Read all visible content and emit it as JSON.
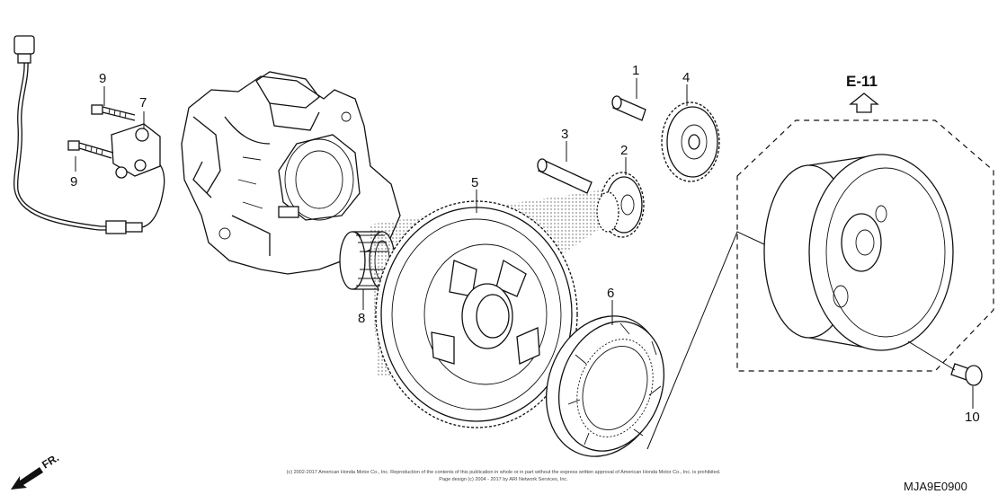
{
  "callouts": {
    "p1": "1",
    "p2": "2",
    "p3": "3",
    "p4": "4",
    "p5": "5",
    "p6": "6",
    "p7": "7",
    "p8": "8",
    "p9a": "9",
    "p9b": "9",
    "p10": "10"
  },
  "reference": {
    "section": "E-11",
    "direction": "FR."
  },
  "footer": {
    "diagram_code": "MJA9E0900",
    "copyright_line1": "(c) 2002-2017 American Honda Motor Co., Inc. Reproduction of the contents of this publication in whole or in part without the express written approval of American Honda Motor Co., Inc. is prohibited.",
    "copyright_line2": "Page design (c) 2004 - 2017 by ARI Network Services, Inc."
  }
}
